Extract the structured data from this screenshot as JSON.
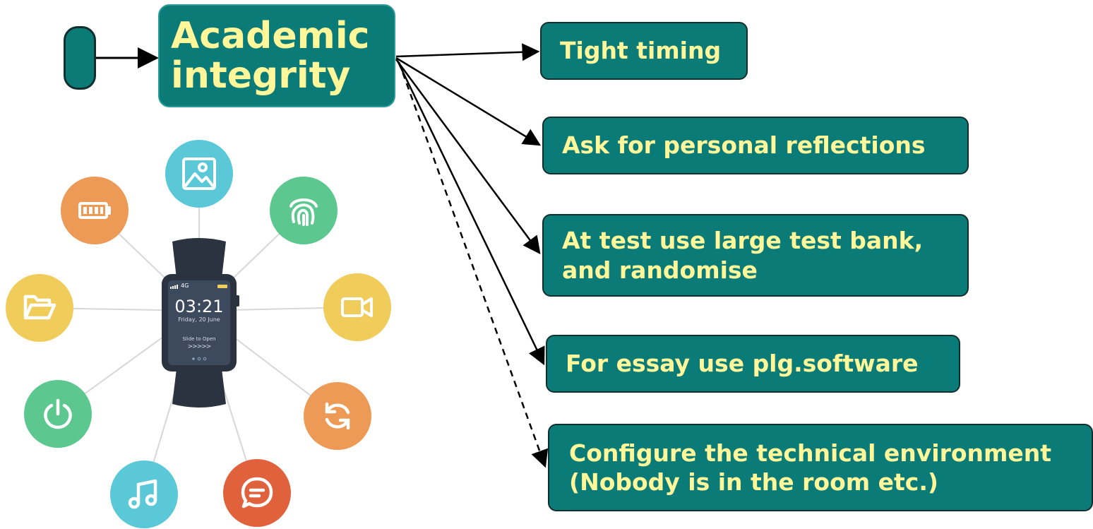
{
  "diagram": {
    "root": {
      "line1": "Academic",
      "line2": "integrity"
    },
    "nodes": [
      {
        "line1": "Tight timing",
        "line2": "",
        "link": "solid"
      },
      {
        "line1": "Ask for personal reflections",
        "line2": "",
        "link": "solid"
      },
      {
        "line1": "At test use large test bank,",
        "line2": "and randomise",
        "link": "solid"
      },
      {
        "line1": "For essay use plg.software",
        "line2": "",
        "link": "solid"
      },
      {
        "line1": "Configure the technical environment",
        "line2": "(Nobody is in the room etc.)",
        "link": "dashed"
      }
    ]
  },
  "watch": {
    "signal": "4G",
    "time": "03:21",
    "date": "Friday, 20 June",
    "slide_text": "Slide to Open",
    "slide_arrows": ">>>>>"
  },
  "icons": [
    {
      "name": "image-icon",
      "color": "#5bc8d8"
    },
    {
      "name": "fingerprint-icon",
      "color": "#5cc78f"
    },
    {
      "name": "video-camera-icon",
      "color": "#f0cc5a"
    },
    {
      "name": "refresh-icon",
      "color": "#ec9a55"
    },
    {
      "name": "chat-icon",
      "color": "#e0623c"
    },
    {
      "name": "music-icon",
      "color": "#5bc8d8"
    },
    {
      "name": "power-icon",
      "color": "#5cc78f"
    },
    {
      "name": "folder-icon",
      "color": "#f0cc5a"
    },
    {
      "name": "battery-icon",
      "color": "#ec9a55"
    }
  ],
  "colors": {
    "node_fill": "#0b7b78",
    "node_text": "#fff79a",
    "node_border": "#0f2f2f"
  }
}
